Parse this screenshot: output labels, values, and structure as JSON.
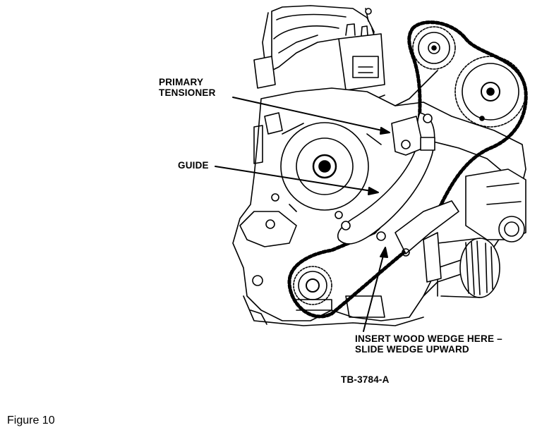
{
  "labels": {
    "primary_tensioner": [
      "PRIMARY",
      "TENSIONER"
    ],
    "guide": "GUIDE",
    "insert_wedge": [
      "INSERT WOOD WEDGE HERE –",
      "SLIDE WEDGE UPWARD"
    ],
    "reference": "TB-3784-A"
  },
  "figure_caption": "Figure  10"
}
